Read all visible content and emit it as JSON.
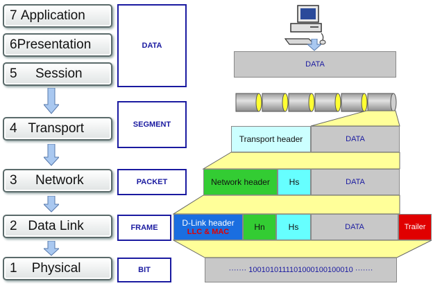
{
  "layers": [
    {
      "num": "7",
      "name": "Application"
    },
    {
      "num": "6",
      "name": "Presentation"
    },
    {
      "num": "5",
      "name": "Session"
    },
    {
      "num": "4",
      "name": "Transport"
    },
    {
      "num": "3",
      "name": "Network"
    },
    {
      "num": "2",
      "name": "Data Link"
    },
    {
      "num": "1",
      "name": "Physical"
    }
  ],
  "pdus": {
    "data": "DATA",
    "segment": "SEGMENT",
    "packet": "PACKET",
    "frame": "FRAME",
    "bit": "BIT"
  },
  "encap": {
    "data_bar": "DATA",
    "transport_header": "Transport header",
    "transport_data": "DATA",
    "network_header": "Network header",
    "hs": "Hs",
    "network_data": "DATA",
    "dlink_header": "D-Link header",
    "llc_mac": "LLC & MAC",
    "hn": "Hn",
    "hs2": "Hs",
    "frame_data": "DATA",
    "trailer": "Trailer",
    "bits": "······· 1001010111101000100100010 ·······"
  },
  "colors": {
    "yellow": "#ffff99",
    "cyan": "#66ffff",
    "green": "#33cc33",
    "blue": "#1a6ee0",
    "red": "#e00000",
    "gray": "#c8c8c8"
  }
}
